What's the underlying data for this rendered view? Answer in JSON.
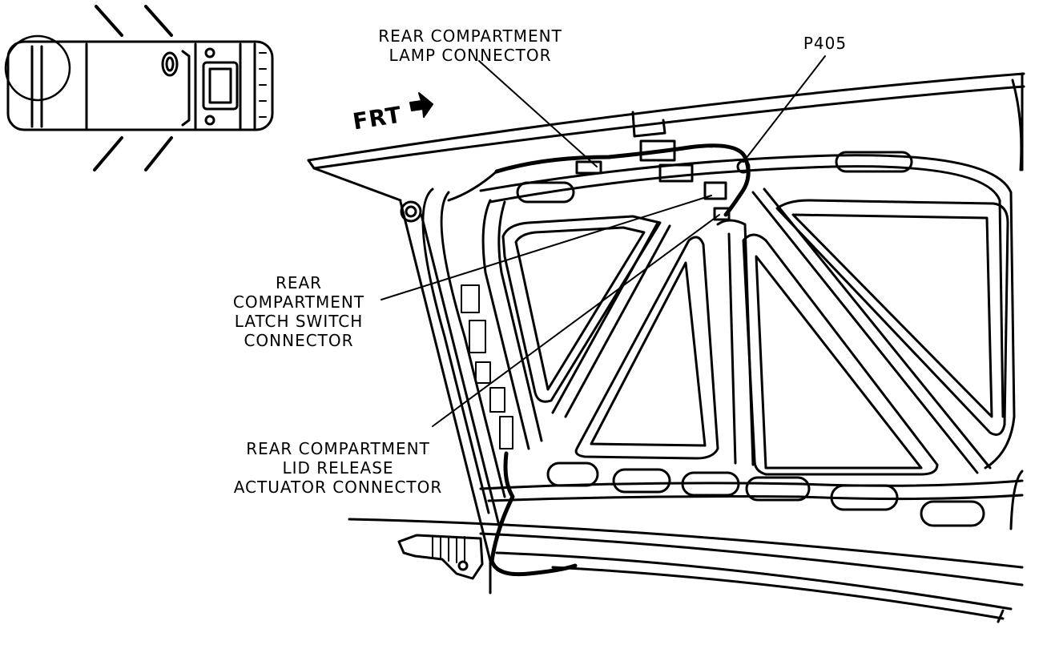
{
  "labels": {
    "lamp": [
      "REAR COMPARTMENT",
      "LAMP CONNECTOR"
    ],
    "p405": "P405",
    "latch": [
      "REAR",
      "COMPARTMENT",
      "LATCH SWITCH",
      "CONNECTOR"
    ],
    "lid": [
      "REAR COMPARTMENT",
      "LID RELEASE",
      "ACTUATOR CONNECTOR"
    ],
    "front": "FRT"
  }
}
